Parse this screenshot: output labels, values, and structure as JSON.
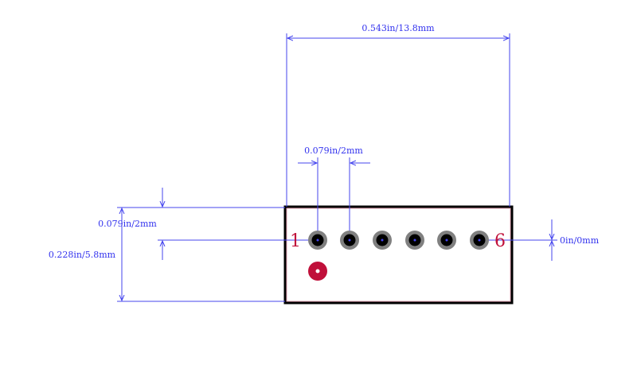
{
  "dimensions": {
    "overall_width": "0.543in/13.8mm",
    "pin_pitch": "0.079in/2mm",
    "row_offset": "0.079in/2mm",
    "overall_height": "0.228in/5.8mm",
    "right_offset": "0in/0mm"
  },
  "pins": {
    "first_label": "1",
    "last_label": "6",
    "count": 6
  },
  "colors": {
    "dimension_line": "#4444ee",
    "body_outline": "#000000",
    "pad_ring": "#808080",
    "pad_hole": "#000000",
    "pin1_marker": "#c0103a",
    "pin_label": "#c0103a",
    "body_fill": "#ffffff"
  }
}
